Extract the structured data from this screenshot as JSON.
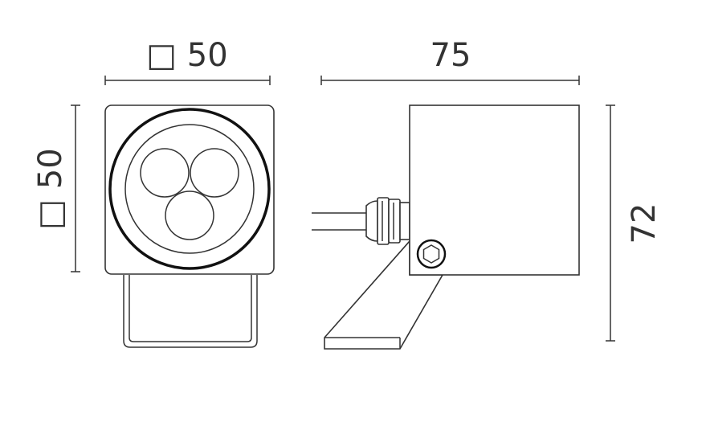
{
  "front_view": {
    "width_label": "□ 50",
    "height_label": "□ 50"
  },
  "side_view": {
    "length_label": "75",
    "height_label": "72"
  },
  "colors": {
    "line": "#333333",
    "background": "#ffffff"
  }
}
